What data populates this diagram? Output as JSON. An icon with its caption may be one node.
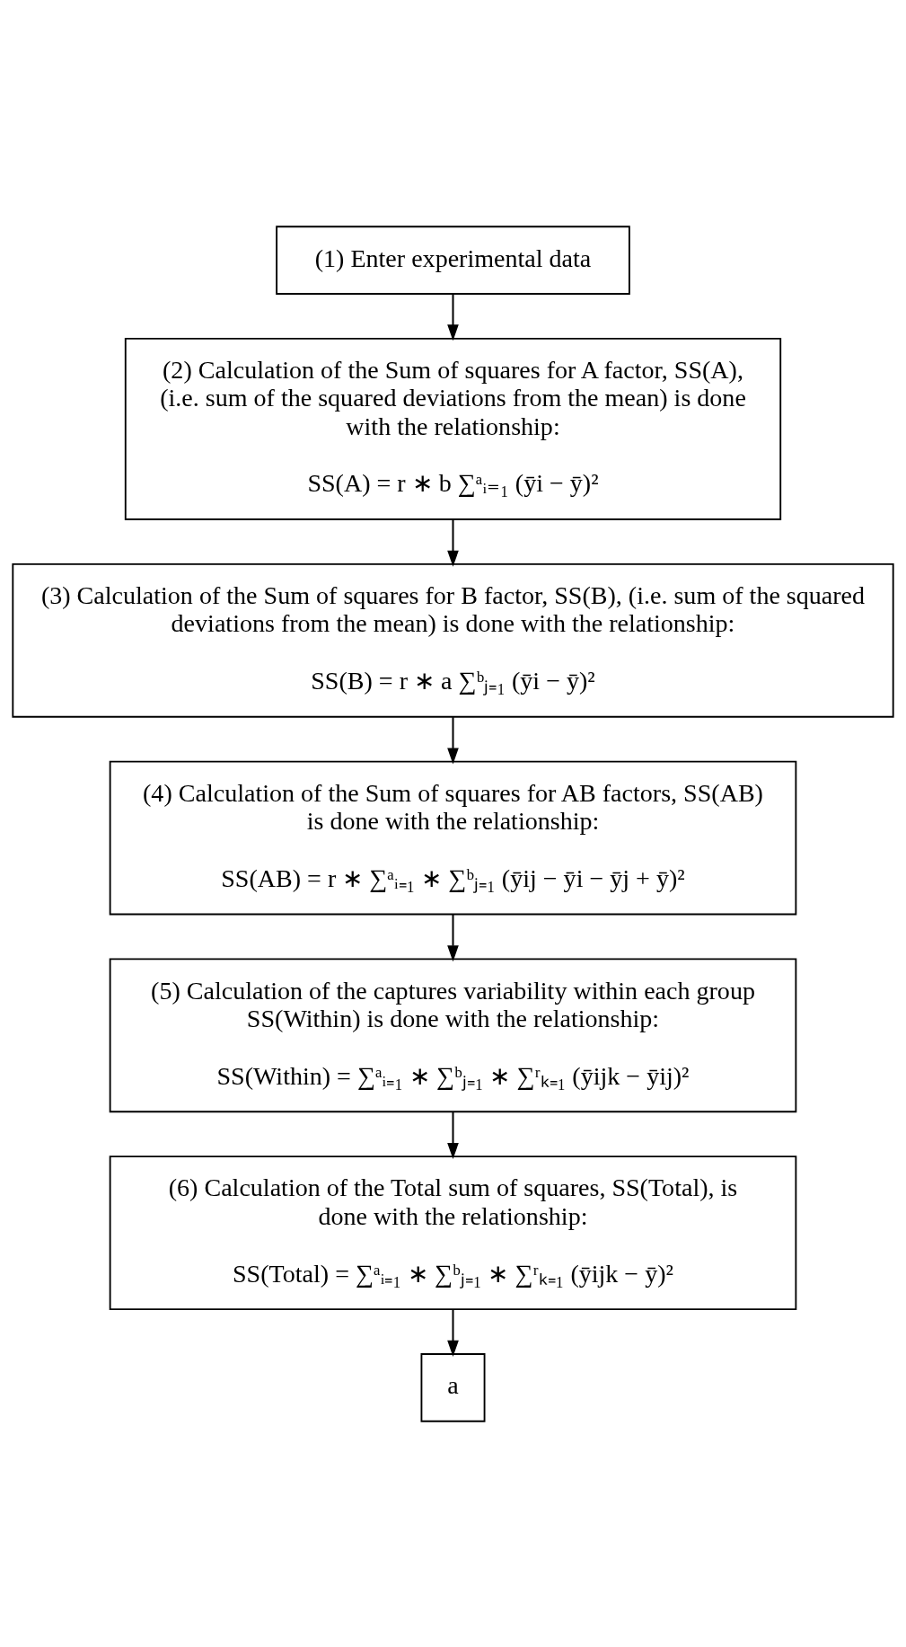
{
  "diagram": {
    "nodes": [
      {
        "text": [
          "(1) Enter experimental data"
        ]
      },
      {
        "text": [
          "(2) Calculation of the Sum of squares for A factor, SS(A), (i.e. sum of the squared deviations from the mean) is done with the relationship:",
          "SS(A) = r ∗ b ∑ᵃᵢ₌₁ (ȳi − ȳ)²"
        ]
      },
      {
        "text": [
          "(3) Calculation of the Sum of squares for B factor, SS(B), (i.e. sum of the squared deviations from the mean) is done with the relationship:",
          "SS(B) = r ∗ a ∑ᵇⱼ₌₁ (ȳi − ȳ)²"
        ]
      },
      {
        "text": [
          "(4) Calculation of the Sum of squares for AB factors, SS(AB) is done with the relationship:",
          "SS(AB) = r ∗ ∑ᵃᵢ₌₁ ∗ ∑ᵇⱼ₌₁ (ȳij − ȳi − ȳj + ȳ)²"
        ]
      },
      {
        "text": [
          "(5) Calculation of the captures variability within each group SS(Within) is done with the relationship:",
          "SS(Within) = ∑ᵃᵢ₌₁ ∗ ∑ᵇⱼ₌₁ ∗ ∑ʳₖ₌₁ (ȳijk − ȳij)²"
        ]
      },
      {
        "text": [
          "(6) Calculation of the Total sum of squares, SS(Total), is done with the relationship:",
          "SS(Total) = ∑ᵃᵢ₌₁ ∗ ∑ᵇⱼ₌₁ ∗ ∑ʳₖ₌₁ (ȳijk − ȳ)²"
        ]
      },
      {
        "text": [
          "a"
        ]
      }
    ],
    "edges": [
      {
        "from": 0,
        "to": 1,
        "arrow": "to"
      },
      {
        "from": 1,
        "to": 2,
        "arrow": "to"
      },
      {
        "from": 2,
        "to": 3,
        "arrow": "to"
      },
      {
        "from": 3,
        "to": 4,
        "arrow": "to"
      },
      {
        "from": 4,
        "to": 5,
        "arrow": "to"
      },
      {
        "from": 5,
        "to": 6,
        "arrow": "to"
      }
    ]
  }
}
